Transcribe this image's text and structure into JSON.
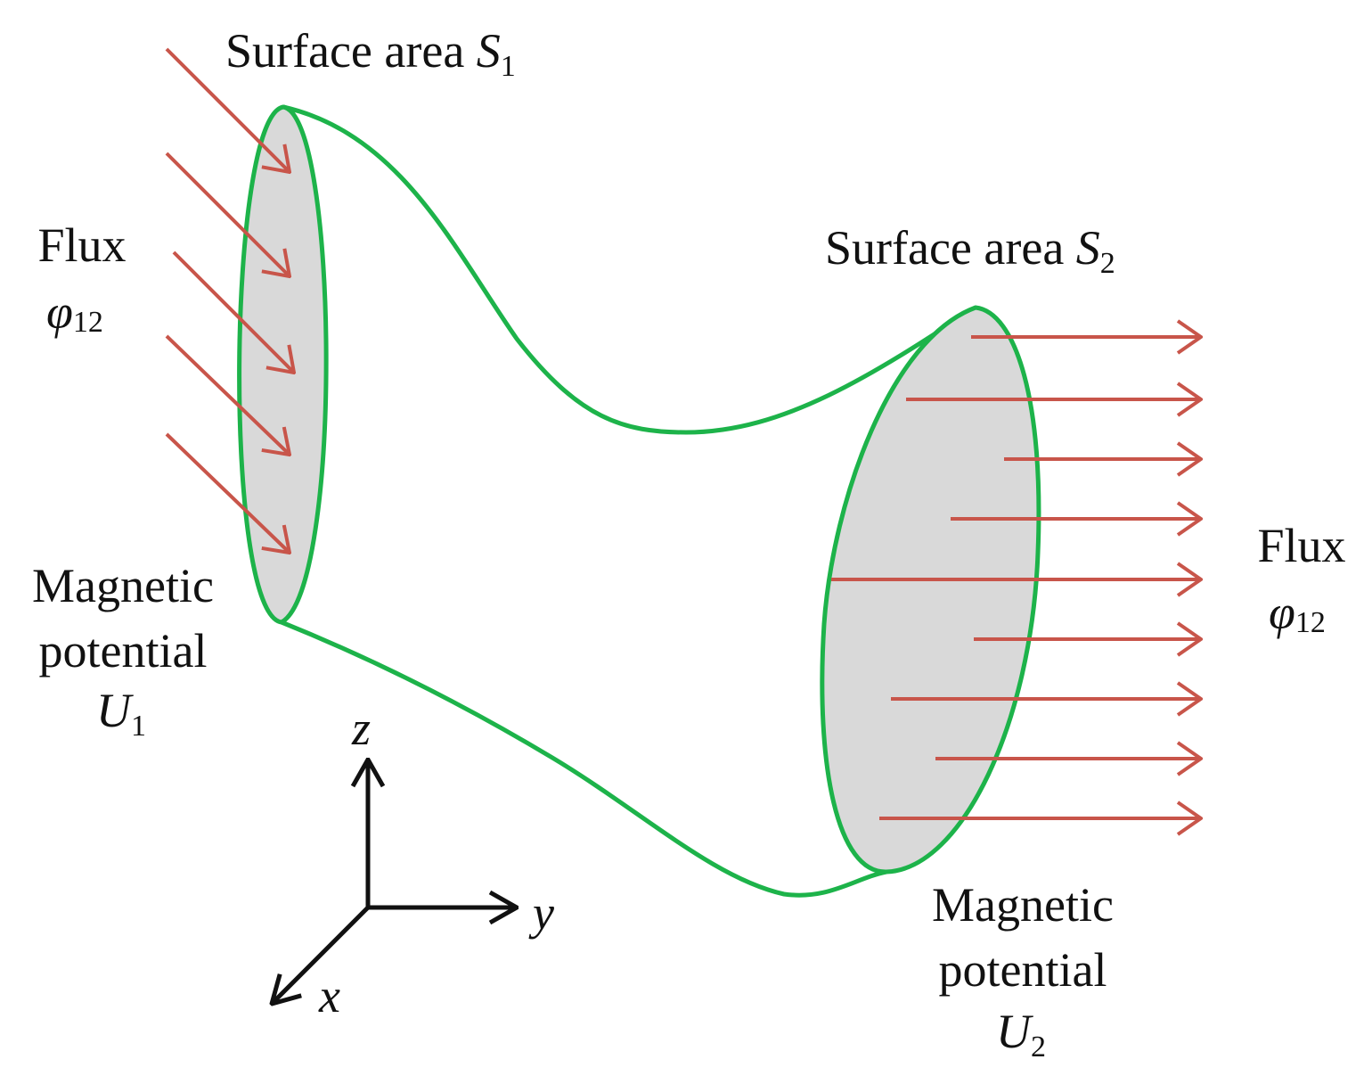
{
  "colors": {
    "tube_outline": "#1db34a",
    "surface_fill": "#d9d9d9",
    "flux_arrow": "#c8554a",
    "axis": "#111111"
  },
  "labels": {
    "surface1": {
      "text": "Surface area ",
      "symbol": "S",
      "sub": "1"
    },
    "surface2": {
      "text": "Surface area ",
      "symbol": "S",
      "sub": "2"
    },
    "flux_in": {
      "word": "Flux",
      "symbol": "φ",
      "sub": "12"
    },
    "flux_out": {
      "word": "Flux",
      "symbol": "φ",
      "sub": "12"
    },
    "potential1": {
      "line1": "Magnetic",
      "line2": "potential",
      "symbol": "U",
      "sub": "1"
    },
    "potential2": {
      "line1": "Magnetic",
      "line2": "potential",
      "symbol": "U",
      "sub": "2"
    }
  },
  "axes": {
    "z": "z",
    "y": "y",
    "x": "x"
  },
  "flux_arrows": {
    "incoming_count": 5,
    "outgoing_count": 9
  }
}
